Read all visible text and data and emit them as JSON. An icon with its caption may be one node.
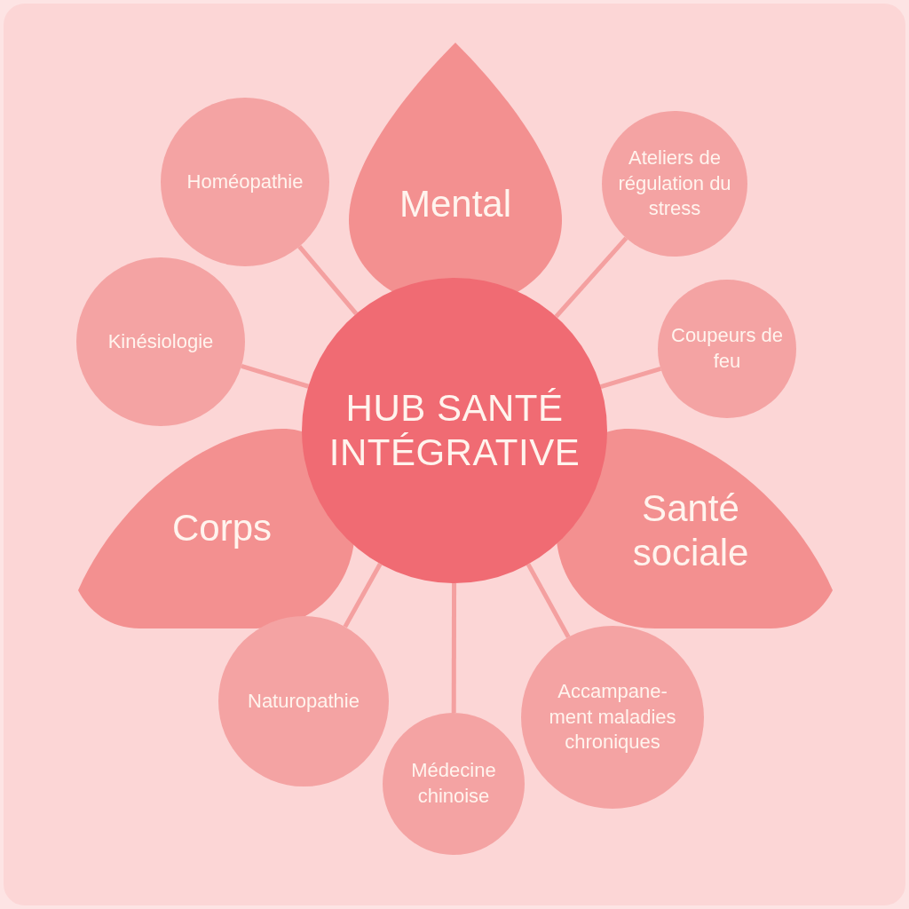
{
  "diagram": {
    "nodes": [
      {
        "text": [
          "HUB SANTÉ INTÉGRATIVE"
        ]
      },
      {
        "text": [
          "Mental"
        ]
      },
      {
        "text": [
          "Corps"
        ]
      },
      {
        "text": [
          "Santé sociale"
        ]
      },
      {
        "text": [
          "Homéopathie"
        ]
      },
      {
        "text": [
          "Ateliers de régulation du stress"
        ]
      },
      {
        "text": [
          "Kinésiologie"
        ]
      },
      {
        "text": [
          "Coupeurs de feu"
        ]
      },
      {
        "text": [
          "Naturopathie"
        ]
      },
      {
        "text": [
          "Accampane-ment maladies chroniques"
        ]
      },
      {
        "text": [
          "Médecine chinoise"
        ]
      }
    ],
    "edges": [
      {
        "from": 0,
        "to": 4,
        "arrow": "none"
      },
      {
        "from": 0,
        "to": 5,
        "arrow": "none"
      },
      {
        "from": 0,
        "to": 6,
        "arrow": "none"
      },
      {
        "from": 0,
        "to": 7,
        "arrow": "none"
      },
      {
        "from": 0,
        "to": 8,
        "arrow": "none"
      },
      {
        "from": 0,
        "to": 9,
        "arrow": "none"
      },
      {
        "from": 0,
        "to": 10,
        "arrow": "none"
      }
    ]
  }
}
